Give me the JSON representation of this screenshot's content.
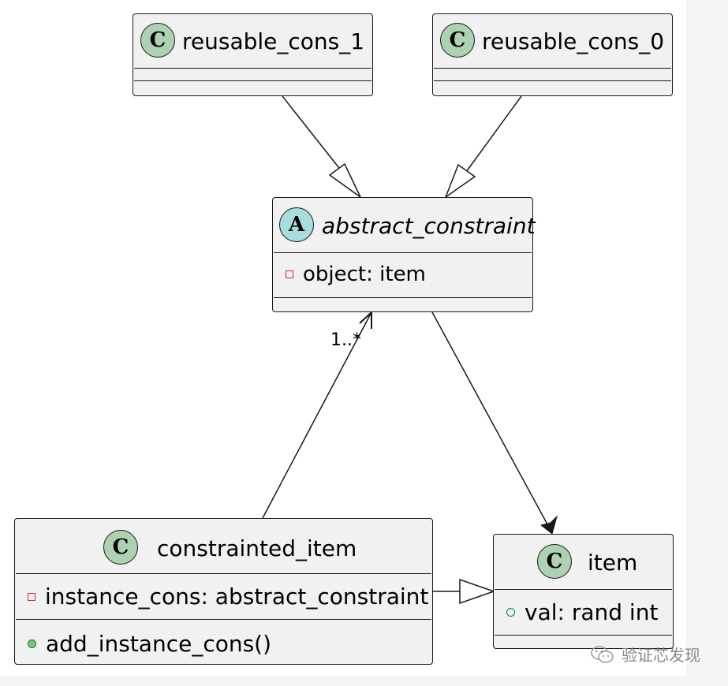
{
  "classes": {
    "reusable_cons_1": {
      "stereotype": "C",
      "name": "reusable_cons_1"
    },
    "reusable_cons_0": {
      "stereotype": "C",
      "name": "reusable_cons_0"
    },
    "abstract_constraint": {
      "stereotype": "A",
      "name": "abstract_constraint",
      "fields": [
        "object:  item"
      ]
    },
    "constrainted_item": {
      "stereotype": "C",
      "name": "constrainted_item",
      "fields": [
        "instance_cons: abstract_constraint"
      ],
      "methods": [
        "add_instance_cons()"
      ]
    },
    "item": {
      "stereotype": "C",
      "name": "item",
      "fields": [
        "val:  rand int"
      ]
    }
  },
  "relations": [
    {
      "from": "reusable_cons_1",
      "to": "abstract_constraint",
      "type": "generalization"
    },
    {
      "from": "reusable_cons_0",
      "to": "abstract_constraint",
      "type": "generalization"
    },
    {
      "from": "constrainted_item",
      "to": "abstract_constraint",
      "type": "association",
      "multiplicity": "1..*"
    },
    {
      "from": "abstract_constraint",
      "to": "item",
      "type": "association"
    },
    {
      "from": "constrainted_item",
      "to": "item",
      "type": "generalization"
    }
  ],
  "watermark": {
    "icon": "wechat-icon",
    "text": "验证芯发现"
  },
  "colors": {
    "class_fill": "#f1f1f1",
    "class_circle": "#add1b2",
    "abstract_circle": "#a9dcdf",
    "private_marker": "#c82930",
    "public_marker": "#038048"
  }
}
